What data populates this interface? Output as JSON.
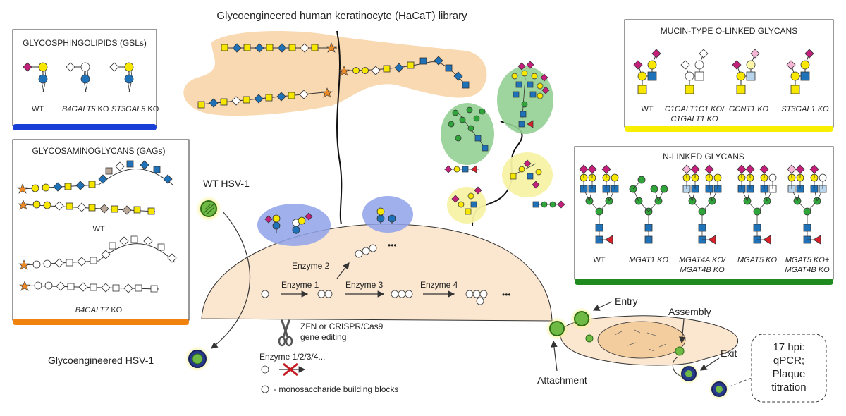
{
  "title": "Glycoengineered human keratinocyte (HaCaT) library",
  "gsl": {
    "heading": "GLYCOSPHINGOLIPIDS (GSLs)",
    "labels": [
      {
        "gene": "",
        "rest": "WT"
      },
      {
        "gene": "B4GALT5",
        "rest": " KO"
      },
      {
        "gene": "ST3GAL5",
        "rest": " KO"
      }
    ],
    "bar_color": "#1a3fd6"
  },
  "gag": {
    "heading": "GLYCOSAMINOGLYCANS (GAGs)",
    "wt_label": "WT",
    "ko_gene": "B4GALT7",
    "ko_rest": " KO",
    "bar_color": "#f2820e"
  },
  "mucin": {
    "heading": "MUCIN-TYPE O-LINKED GLYCANS",
    "labels": [
      {
        "line1": "WT",
        "line2": ""
      },
      {
        "line1": "C1GALT1C1 KO/",
        "line2": "C1GALT1 KO"
      },
      {
        "line1": "GCNT1 KO",
        "line2": ""
      },
      {
        "line1": "ST3GAL1 KO",
        "line2": ""
      }
    ],
    "bar_color": "#f7ee00"
  },
  "nlinked": {
    "heading": "N-LINKED GLYCANS",
    "labels": [
      {
        "line1": "WT",
        "line2": ""
      },
      {
        "line1": "MGAT1 KO",
        "line2": ""
      },
      {
        "line1": "MGAT4A KO/",
        "line2": "MGAT4B KO"
      },
      {
        "line1": "MGAT5 KO",
        "line2": ""
      },
      {
        "line1": "MGAT5 KO+",
        "line2": "MGAT4B KO"
      }
    ],
    "bar_color": "#1f8a1f"
  },
  "virus": {
    "wt": "WT HSV-1",
    "engineered": "Glycoengineered HSV-1"
  },
  "cell": {
    "enzyme1": "Enzyme 1",
    "enzyme2": "Enzyme 2",
    "enzyme3": "Enzyme 3",
    "enzyme4": "Enzyme 4",
    "ellipsis": "•••",
    "editing_line1": "ZFN or CRISPR/Cas9",
    "editing_line2": "gene editing",
    "enzyme_list": "Enzyme 1/2/3/4...",
    "legend": "- monosaccharide building blocks"
  },
  "infection": {
    "entry": "Entry",
    "assembly": "Assembly",
    "exit": "Exit",
    "attachment": "Attachment",
    "assay_line1": "17 hpi:",
    "assay_line2": "qPCR;",
    "assay_line3": "Plaque",
    "assay_line4": "titration"
  },
  "colors": {
    "galactose": "#f6e600",
    "glcnac": "#1f72b8",
    "sialic_acid": "#c2207a",
    "fucose": "#d9202a",
    "mannose": "#2fa43a",
    "xylose": "#f08a24",
    "glucuronic": "#1f72b8",
    "galnac": "#f6e600",
    "blob_orange": "#f9d9b2",
    "blob_green": "#93cf93",
    "blob_blue": "#8fa2ea",
    "blob_yellow": "#f7f2a6",
    "cell_fill": "#fbe6cf"
  }
}
